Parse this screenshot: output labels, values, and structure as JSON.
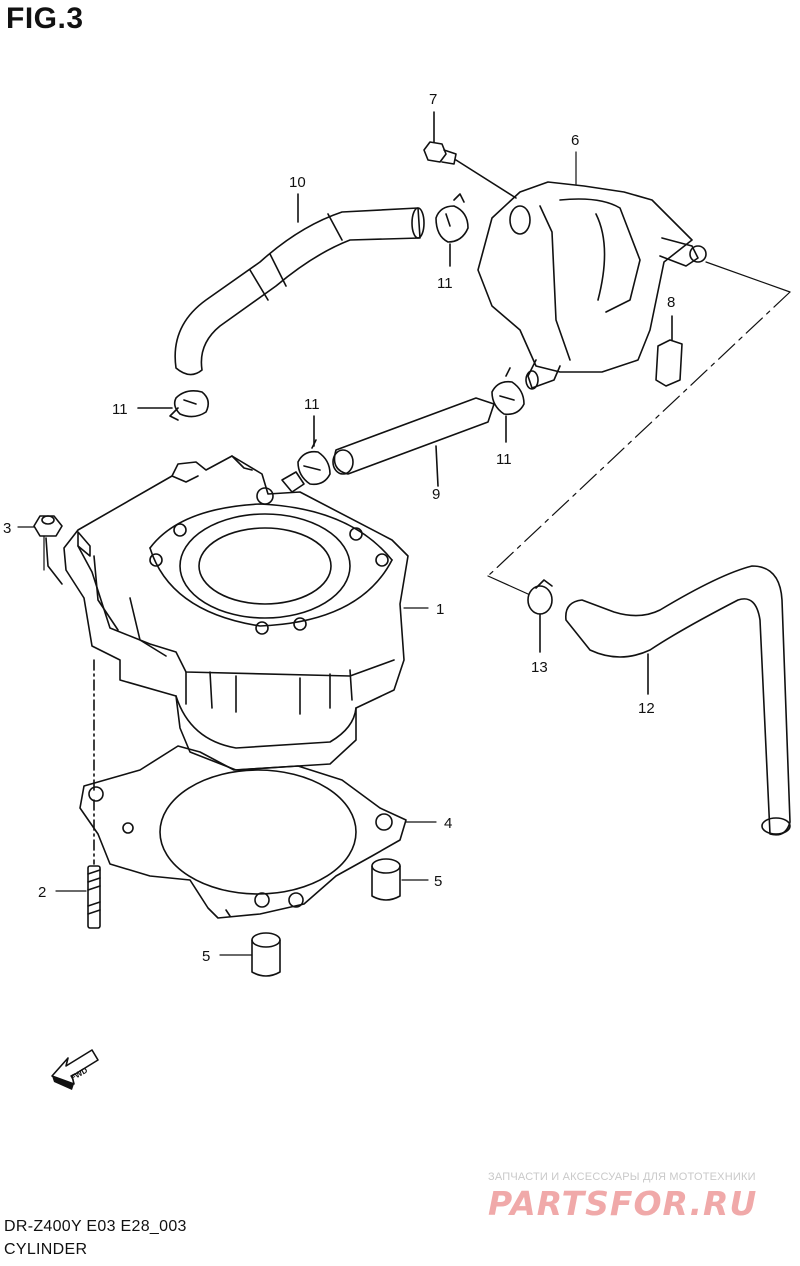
{
  "figure": {
    "title": "FIG.3",
    "code": "DR-Z400Y E03 E28_003",
    "name": "CYLINDER"
  },
  "callouts": [
    {
      "id": "1",
      "label": "1"
    },
    {
      "id": "2",
      "label": "2"
    },
    {
      "id": "3",
      "label": "3"
    },
    {
      "id": "4",
      "label": "4"
    },
    {
      "id": "5a",
      "label": "5"
    },
    {
      "id": "5b",
      "label": "5"
    },
    {
      "id": "6",
      "label": "6"
    },
    {
      "id": "7",
      "label": "7"
    },
    {
      "id": "8",
      "label": "8"
    },
    {
      "id": "9",
      "label": "9"
    },
    {
      "id": "10",
      "label": "10"
    },
    {
      "id": "11a",
      "label": "11"
    },
    {
      "id": "11b",
      "label": "11"
    },
    {
      "id": "11c",
      "label": "11"
    },
    {
      "id": "11d",
      "label": "11"
    },
    {
      "id": "12",
      "label": "12"
    },
    {
      "id": "13",
      "label": "13"
    }
  ],
  "fwd_label": "FWD",
  "watermark": {
    "subtitle": "ЗАПЧАСТИ И АКСЕССУАРЫ ДЛЯ МОТОТЕХНИКИ",
    "logo": "PARTSFOR.RU"
  }
}
